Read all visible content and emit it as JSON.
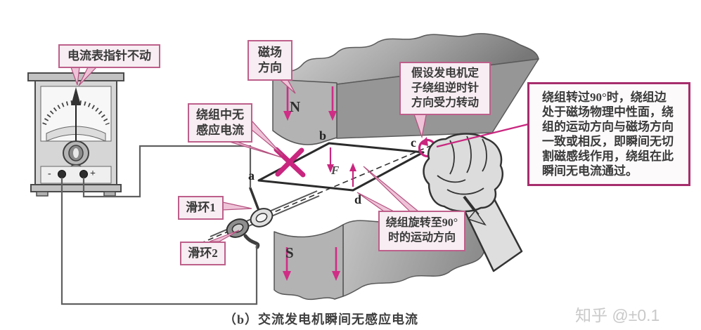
{
  "figure": {
    "caption": "（b）交流发电机瞬间无感应电流",
    "watermark": "知乎 @±0.1"
  },
  "callouts": {
    "ammeter_needle": "电流表指针不动",
    "field_direction": "磁场方向",
    "no_induced_current": "绕组中无感应电流",
    "assumed_rotation": "假设发电机定子绕组逆时针方向受力转动",
    "slip_ring_1": "滑环1",
    "slip_ring_2": "滑环2",
    "motion_at_90": "绕组旋转至90°时的运动方向",
    "neutral_plane_note": "绕组转过90°时，绕组边处于磁场物理中性面，绕组的运动方向与磁场方向一致或相反，即瞬间无切割磁感线作用，绕组在此瞬间无电流通过。"
  },
  "coil_points": {
    "a": "a",
    "b": "b",
    "c": "c",
    "d": "d",
    "force_label": "F"
  },
  "magnet_poles": {
    "north": "N",
    "south": "S"
  },
  "meter_terminals": {
    "minus": "-",
    "plus": "+"
  },
  "colors": {
    "accent_magenta": "#c9267f",
    "callout_border": "#bd5f8a",
    "callout_background": "#f7edf2",
    "note_border": "#a62d6d",
    "metal_gray": "#b8b8b8",
    "wire_gray": "#606060"
  }
}
